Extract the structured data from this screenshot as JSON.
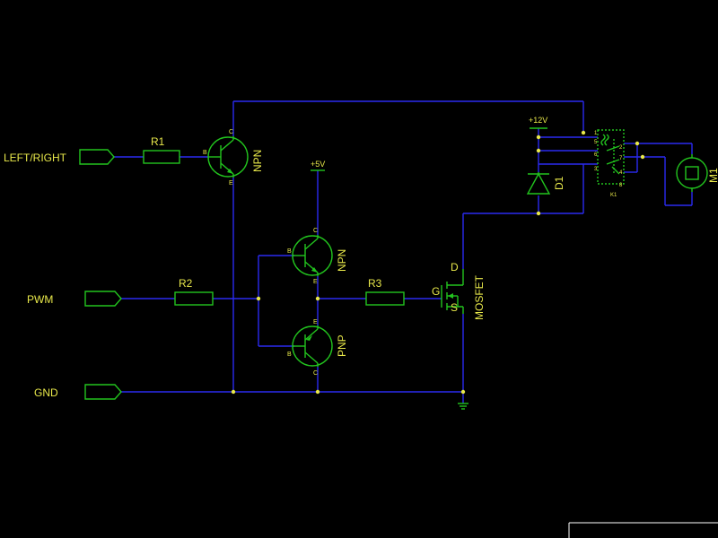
{
  "ports": {
    "left_right": "LEFT/RIGHT",
    "pwm": "PWM",
    "gnd": "GND"
  },
  "components": {
    "r1": "R1",
    "r2": "R2",
    "r3": "R3",
    "q1_type": "NPN",
    "q2_type": "NPN",
    "q3_type": "PNP",
    "mosfet": "MOSFET",
    "mosfet_d": "D",
    "mosfet_g": "G",
    "mosfet_s": "S",
    "diode": "D1",
    "relay": "K1",
    "motor": "M1"
  },
  "pins": {
    "b": "B",
    "c": "C",
    "e": "E"
  },
  "relay_pins": [
    "1",
    "2",
    "3",
    "4",
    "5",
    "6",
    "7",
    "8"
  ],
  "power": {
    "v5": "+5V",
    "v12": "+12V"
  },
  "colors": {
    "wire": "#2a2af0",
    "symbol": "#22c41e",
    "label": "#e8e84a",
    "background": "#000000"
  }
}
